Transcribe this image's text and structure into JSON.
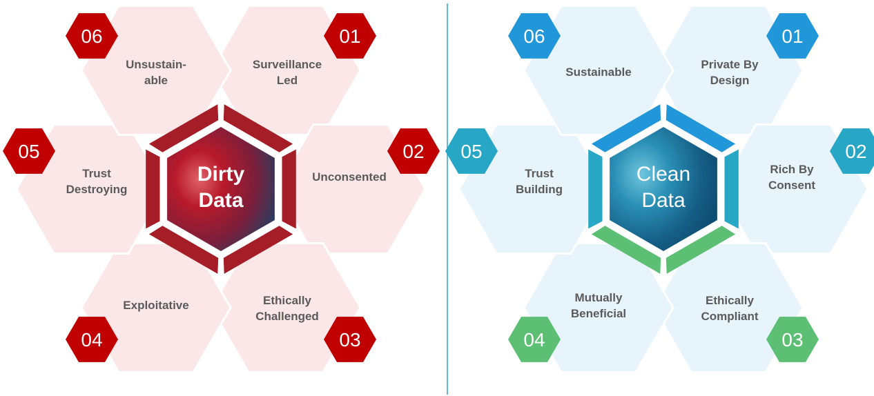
{
  "colors": {
    "dirty_cell": "#fbe7e7",
    "dirty_badge": "#c00000",
    "dirty_ring": "#a51d26",
    "clean_cell": "#e8f4fb",
    "clean_badge_blue": "#2196d9",
    "clean_badge_teal": "#27a6c5",
    "clean_badge_green": "#5cbf74",
    "divider": "#2aa5c0",
    "text": "#5a5a5a"
  },
  "dirty": {
    "center": [
      "Dirty",
      "Data"
    ],
    "items": [
      {
        "num": "01",
        "label": [
          "Surveillance",
          "Led"
        ]
      },
      {
        "num": "02",
        "label": [
          "Unconsented"
        ]
      },
      {
        "num": "03",
        "label": [
          "Ethically",
          "Challenged"
        ]
      },
      {
        "num": "04",
        "label": [
          "Exploitative"
        ]
      },
      {
        "num": "05",
        "label": [
          "Trust",
          "Destroying"
        ]
      },
      {
        "num": "06",
        "label": [
          "Unsustain-",
          "able"
        ]
      }
    ]
  },
  "clean": {
    "center": [
      "Clean",
      "Data"
    ],
    "items": [
      {
        "num": "01",
        "label": [
          "Private By",
          "Design"
        ]
      },
      {
        "num": "02",
        "label": [
          "Rich By",
          "Consent"
        ]
      },
      {
        "num": "03",
        "label": [
          "Ethically",
          "Compliant"
        ]
      },
      {
        "num": "04",
        "label": [
          "Mutually",
          "Beneficial"
        ]
      },
      {
        "num": "05",
        "label": [
          "Trust",
          "Building"
        ]
      },
      {
        "num": "06",
        "label": [
          "Sustainable"
        ]
      }
    ]
  }
}
